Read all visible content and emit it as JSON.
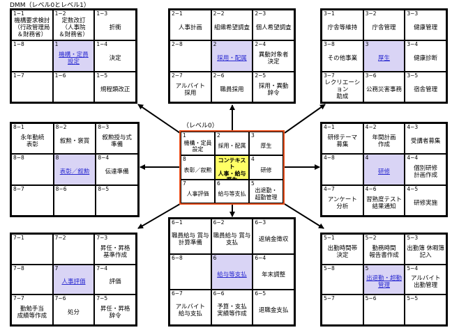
{
  "captions": {
    "top_left": "DMM（レベル0とレベル1）",
    "center": "（レベル0）"
  },
  "grids": [
    {
      "id": "top-left",
      "cells": [
        {
          "num": "1−1",
          "label": "機構要求検討\n（行政管理局\n＆財務省）"
        },
        {
          "num": "1−2",
          "label": "定数改訂\n（人事院\n＆財務省）"
        },
        {
          "num": "1−3",
          "label": "折衝"
        },
        {
          "num": "1−8",
          "label": ""
        },
        {
          "num": "1",
          "label": "機構・定員\n設定",
          "hl": true
        },
        {
          "num": "1−4",
          "label": "決定"
        },
        {
          "num": "1−7",
          "label": ""
        },
        {
          "num": "1−6",
          "label": ""
        },
        {
          "num": "1−5",
          "label": "規程類改正"
        }
      ]
    },
    {
      "id": "top-center",
      "cells": [
        {
          "num": "2−1",
          "label": "人事計画"
        },
        {
          "num": "2−2",
          "label": "組織希望調査"
        },
        {
          "num": "2−3",
          "label": "個人希望調査"
        },
        {
          "num": "2−8",
          "label": ""
        },
        {
          "num": "2",
          "label": "採用・配属",
          "hl": true
        },
        {
          "num": "2−4",
          "label": "異動対象者\n決定"
        },
        {
          "num": "2−7",
          "label": "アルバイト\n採用"
        },
        {
          "num": "2−6",
          "label": "職員採用"
        },
        {
          "num": "2−5",
          "label": "採用・異動\n辞令"
        }
      ]
    },
    {
      "id": "top-right",
      "cells": [
        {
          "num": "3−1",
          "label": "庁舎等維持"
        },
        {
          "num": "3−2",
          "label": "庁舎管理"
        },
        {
          "num": "3−3",
          "label": "健康管理"
        },
        {
          "num": "3−8",
          "label": "その他事業"
        },
        {
          "num": "3",
          "label": "厚生",
          "hl": true
        },
        {
          "num": "3−4",
          "label": "健康診断"
        },
        {
          "num": "3−7",
          "label": "レクリエーション\n助成"
        },
        {
          "num": "3−6",
          "label": "公務災害事務"
        },
        {
          "num": "3−5",
          "label": "宿舎管理"
        }
      ]
    },
    {
      "id": "middle-left",
      "cells": [
        {
          "num": "8−1",
          "label": "永年勤続\n表彰"
        },
        {
          "num": "8−2",
          "label": "叙勲・褒賞"
        },
        {
          "num": "8−3",
          "label": "叙勲授与式\n準備"
        },
        {
          "num": "8−8",
          "label": ""
        },
        {
          "num": "8",
          "label": "表彰／叙勲",
          "hl": true
        },
        {
          "num": "8−4",
          "label": "伝達準備"
        },
        {
          "num": "8−7",
          "label": ""
        },
        {
          "num": "8−6",
          "label": ""
        },
        {
          "num": "8−5",
          "label": ""
        }
      ]
    },
    {
      "id": "center",
      "cells": [
        {
          "num": "1",
          "label": "機構・定員\n設定"
        },
        {
          "num": "2",
          "label": "採用・配属"
        },
        {
          "num": "3",
          "label": "厚生"
        },
        {
          "num": "8",
          "label": "表彰／叙勲"
        },
        {
          "num": "",
          "label": "コンテキスト\n人事・給与\n厚生",
          "core": true
        },
        {
          "num": "4",
          "label": "研修"
        },
        {
          "num": "7",
          "label": "人事評価"
        },
        {
          "num": "6",
          "label": "給与等支払"
        },
        {
          "num": "5",
          "label": "出退勤・\n超勤管理"
        }
      ]
    },
    {
      "id": "middle-right",
      "cells": [
        {
          "num": "4−1",
          "label": "研修テーマ\n募集"
        },
        {
          "num": "4−2",
          "label": "年間計画\n作成"
        },
        {
          "num": "4−3",
          "label": "受講者募集"
        },
        {
          "num": "4−8",
          "label": ""
        },
        {
          "num": "4",
          "label": "研修",
          "hl": true
        },
        {
          "num": "4−4",
          "label": "個別研修\n計画作成"
        },
        {
          "num": "4−7",
          "label": "アンケート\n分析"
        },
        {
          "num": "4−6",
          "label": "習熟度テスト\n結果通知"
        },
        {
          "num": "4−5",
          "label": "研修実施"
        }
      ]
    },
    {
      "id": "bottom-left",
      "cells": [
        {
          "num": "7−1",
          "label": ""
        },
        {
          "num": "7−2",
          "label": ""
        },
        {
          "num": "7−3",
          "label": "昇任・昇格\n基準作成"
        },
        {
          "num": "7−8",
          "label": ""
        },
        {
          "num": "7",
          "label": "人事評価",
          "hl": true
        },
        {
          "num": "7−4",
          "label": "評価"
        },
        {
          "num": "7−7",
          "label": "勤勉手当\n成績等作成"
        },
        {
          "num": "7−6",
          "label": "処分"
        },
        {
          "num": "7−5",
          "label": "昇任・昇格\n辞令"
        }
      ]
    },
    {
      "id": "bottom-center",
      "cells": [
        {
          "num": "6−1",
          "label": "職員給与 賞与\n計算準備"
        },
        {
          "num": "6−2",
          "label": "職員給与 賞与\n支払"
        },
        {
          "num": "6−3",
          "label": "返納金徴収"
        },
        {
          "num": "6−8",
          "label": ""
        },
        {
          "num": "6",
          "label": "給与等支払",
          "hl": true
        },
        {
          "num": "6−4",
          "label": "年末調整"
        },
        {
          "num": "6−7",
          "label": "アルバイト\n給与支払"
        },
        {
          "num": "6−6",
          "label": "予算・支払\n実績等作成"
        },
        {
          "num": "6−5",
          "label": "退職金支払"
        }
      ]
    },
    {
      "id": "bottom-right",
      "cells": [
        {
          "num": "5−1",
          "label": "出勤時間帯\n決定"
        },
        {
          "num": "5−2",
          "label": "勤務時間\n報告書作成"
        },
        {
          "num": "5−3",
          "label": "出勤簿 休暇簿\n記入"
        },
        {
          "num": "5−8",
          "label": ""
        },
        {
          "num": "5",
          "label": "出退勤・超勤\n管理",
          "hl": true
        },
        {
          "num": "5−4",
          "label": "アルバイト\n出勤管理"
        },
        {
          "num": "5−7",
          "label": ""
        },
        {
          "num": "5−6",
          "label": ""
        },
        {
          "num": "5−5",
          "label": ""
        }
      ]
    }
  ]
}
